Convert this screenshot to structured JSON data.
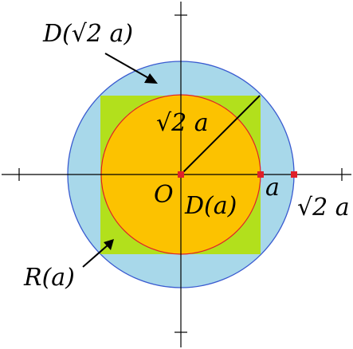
{
  "diagram": {
    "labels": {
      "outer_disk": "D(√2 a)",
      "inner_disk": "D(a)",
      "square": "R(a)",
      "origin": "O",
      "point_a": "a",
      "point_root2a": "√2 a",
      "radius": "√2 a"
    },
    "colors": {
      "outer_disk": "#a8d8ea",
      "square": "#b2e01c",
      "inner_disk": "#fcc200",
      "inner_circle_outline": "#e0202a",
      "marker": "#e0202a",
      "axes": "#000000",
      "outer_circle_outline": "#3a5bd0"
    }
  }
}
